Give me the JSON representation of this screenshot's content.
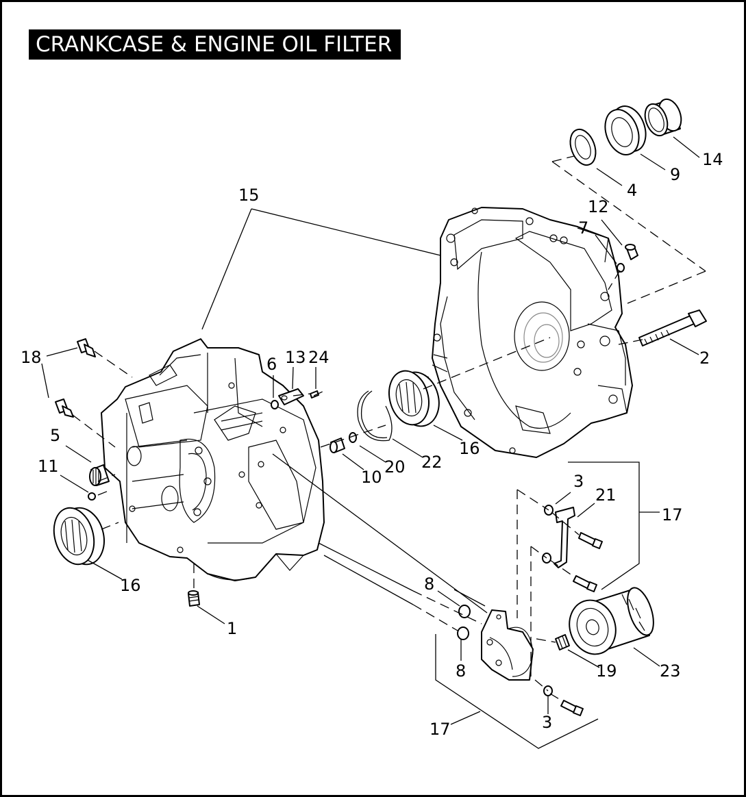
{
  "title": "CRANKCASE & ENGINE OIL FILTER",
  "callouts": {
    "c1": "1",
    "c2": "2",
    "c3a": "3",
    "c3b": "3",
    "c4": "4",
    "c5": "5",
    "c6": "6",
    "c7": "7",
    "c8a": "8",
    "c8b": "8",
    "c9": "9",
    "c10": "10",
    "c11": "11",
    "c12": "12",
    "c13": "13",
    "c14": "14",
    "c15": "15",
    "c16a": "16",
    "c16b": "16",
    "c17a": "17",
    "c17b": "17",
    "c18": "18",
    "c19": "19",
    "c20": "20",
    "c21": "21",
    "c22": "22",
    "c23": "23",
    "c24": "24"
  }
}
